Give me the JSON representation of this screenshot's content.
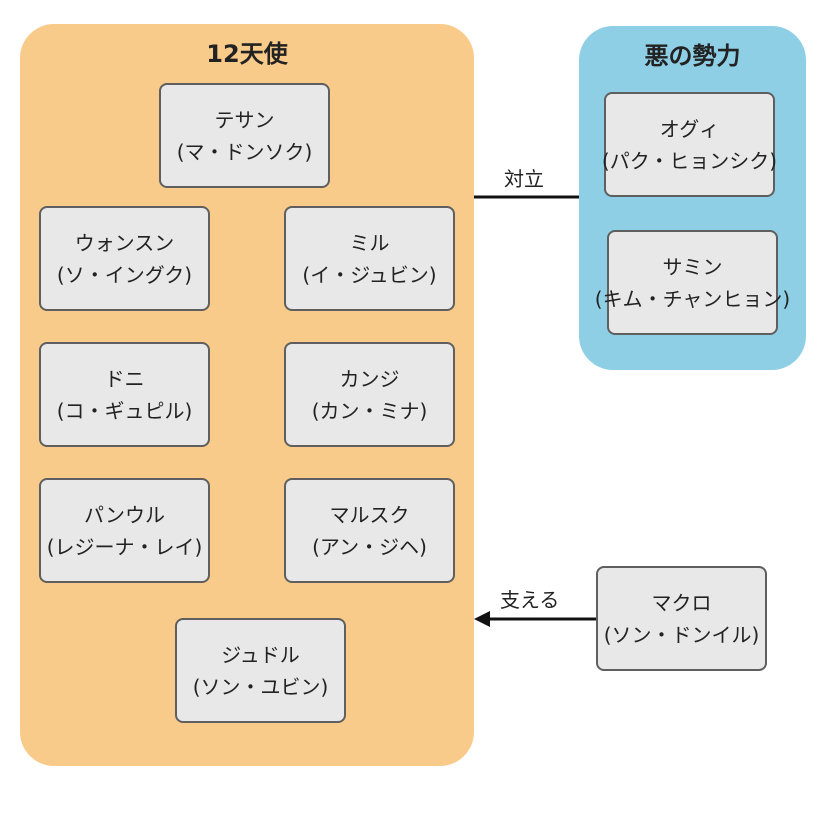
{
  "colors": {
    "angels_group": "#f9cb8a",
    "evil_group": "#8fcfe6",
    "node_fill": "#e8e8e8",
    "node_border": "#5f5f5f",
    "edge": "#111111"
  },
  "groups": {
    "angels": {
      "title": "12天使"
    },
    "evil": {
      "title": "悪の勢力"
    }
  },
  "nodes": {
    "tesan": {
      "name": "テサン",
      "actor": "(マ・ドンソク)"
    },
    "wonsun": {
      "name": "ウォンスン",
      "actor": "(ソ・イングク)"
    },
    "mil": {
      "name": "ミル",
      "actor": "(イ・ジュビン)"
    },
    "doni": {
      "name": "ドニ",
      "actor": "(コ・ギュピル)"
    },
    "kanji": {
      "name": "カンジ",
      "actor": "(カン・ミナ)"
    },
    "panul": {
      "name": "パンウル",
      "actor": "(レジーナ・レイ)"
    },
    "malsuk": {
      "name": "マルスク",
      "actor": "(アン・ジヘ)"
    },
    "judol": {
      "name": "ジュドル",
      "actor": "(ソン・ユビン)"
    },
    "ogui": {
      "name": "オグィ",
      "actor": "(パク・ヒョンシク)"
    },
    "samin": {
      "name": "サミン",
      "actor": "(キム・チャンヒョン)"
    },
    "makuro": {
      "name": "マクロ",
      "actor": "(ソン・ドンイル)"
    }
  },
  "edges": {
    "oppose": {
      "label": "対立"
    },
    "support": {
      "label": "支える"
    }
  }
}
